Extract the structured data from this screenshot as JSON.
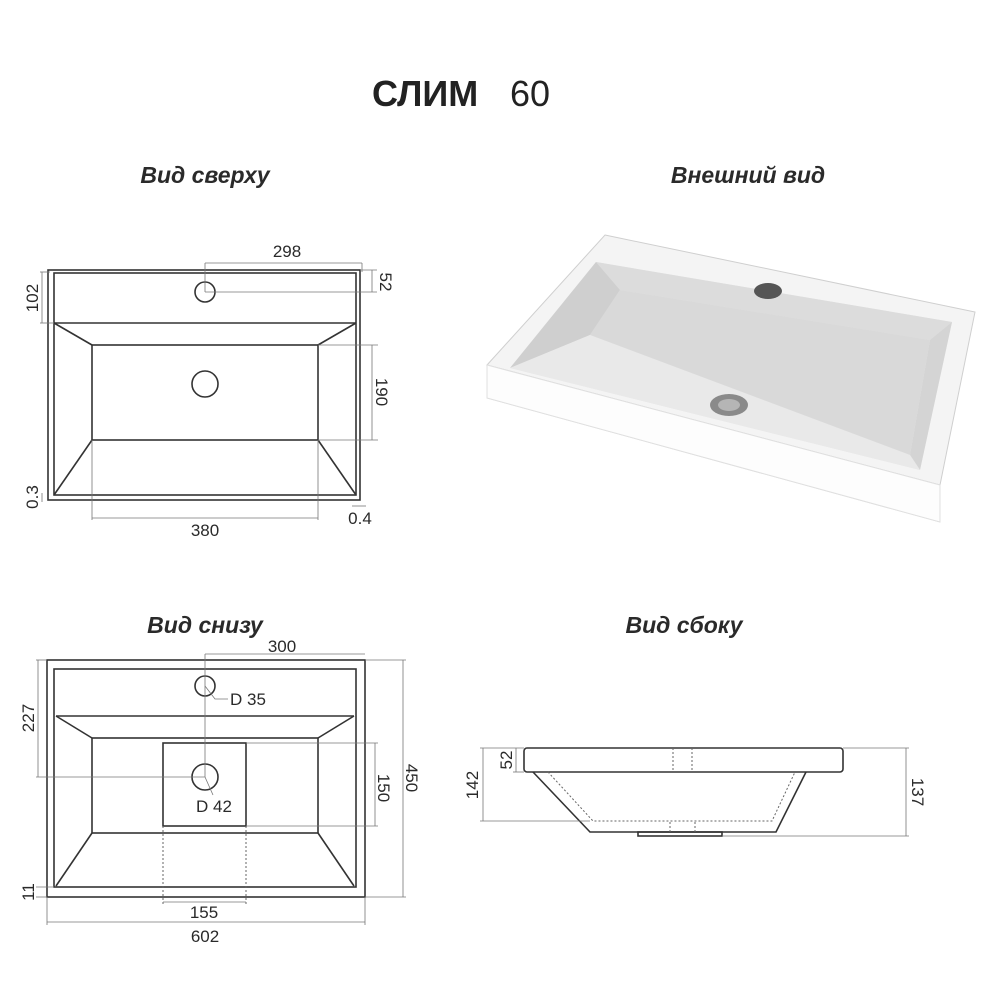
{
  "title": {
    "model": "СЛИМ",
    "size": "60"
  },
  "views": {
    "top": {
      "label": "Вид сверху",
      "dims": {
        "hole_offset": "298",
        "hole_depth": "52",
        "ledge": "102",
        "bowl_depth": "190",
        "bowl_width": "380",
        "left_margin": "0.3",
        "right_margin": "0.4"
      }
    },
    "exterior": {
      "label": "Внешний вид"
    },
    "bottom": {
      "label": "Вид снизу",
      "dims": {
        "hole_offset": "300",
        "hole_diameter": "D 35",
        "drain_diameter": "D 42",
        "drain_offset": "227",
        "inner_depth": "150",
        "total_depth": "450",
        "rim": "11",
        "inner_width": "155",
        "total_width": "602"
      }
    },
    "side": {
      "label": "Вид сбоку",
      "dims": {
        "slab": "52",
        "height_left": "142",
        "height_right": "137"
      }
    }
  }
}
